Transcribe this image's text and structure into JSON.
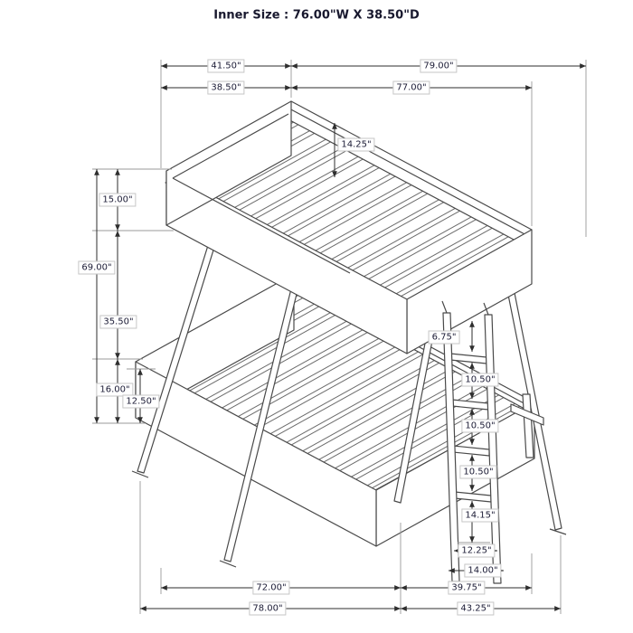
{
  "title": "Inner Size : 76.00\"W X 38.50\"D",
  "diagram": {
    "subject": "twin-over-full-bunk-bed-with-ladder",
    "style": {
      "line_color": "#4a4a4a",
      "dimension_color": "#2e2e2e",
      "text_color": "#1b1b35",
      "background": "#ffffff"
    }
  },
  "dims": {
    "top_width_outer": "41.50\"",
    "length_outer": "79.00\"",
    "top_width_inner": "38.50\"",
    "length_inner": "77.00\"",
    "upper_bunk_depth": "14.25\"",
    "upper_rail_height": "15.00\"",
    "overall_height": "69.00\"",
    "bunk_gap": "35.50\"",
    "lower_bunk_height": "16.00\"",
    "lower_rail_height": "12.50\"",
    "ladder_top_gap": "6.75\"",
    "rung_spacing_1": "10.50\"",
    "rung_spacing_2": "10.50\"",
    "rung_spacing_3": "10.50\"",
    "ladder_bottom_gap": "14.15\"",
    "ladder_width_inner": "12.25\"",
    "ladder_width_outer": "14.00\"",
    "bottom_length_inner": "72.00\"",
    "bottom_width_inner": "39.75\"",
    "bottom_length_outer": "78.00\"",
    "bottom_width_outer": "43.25\""
  }
}
